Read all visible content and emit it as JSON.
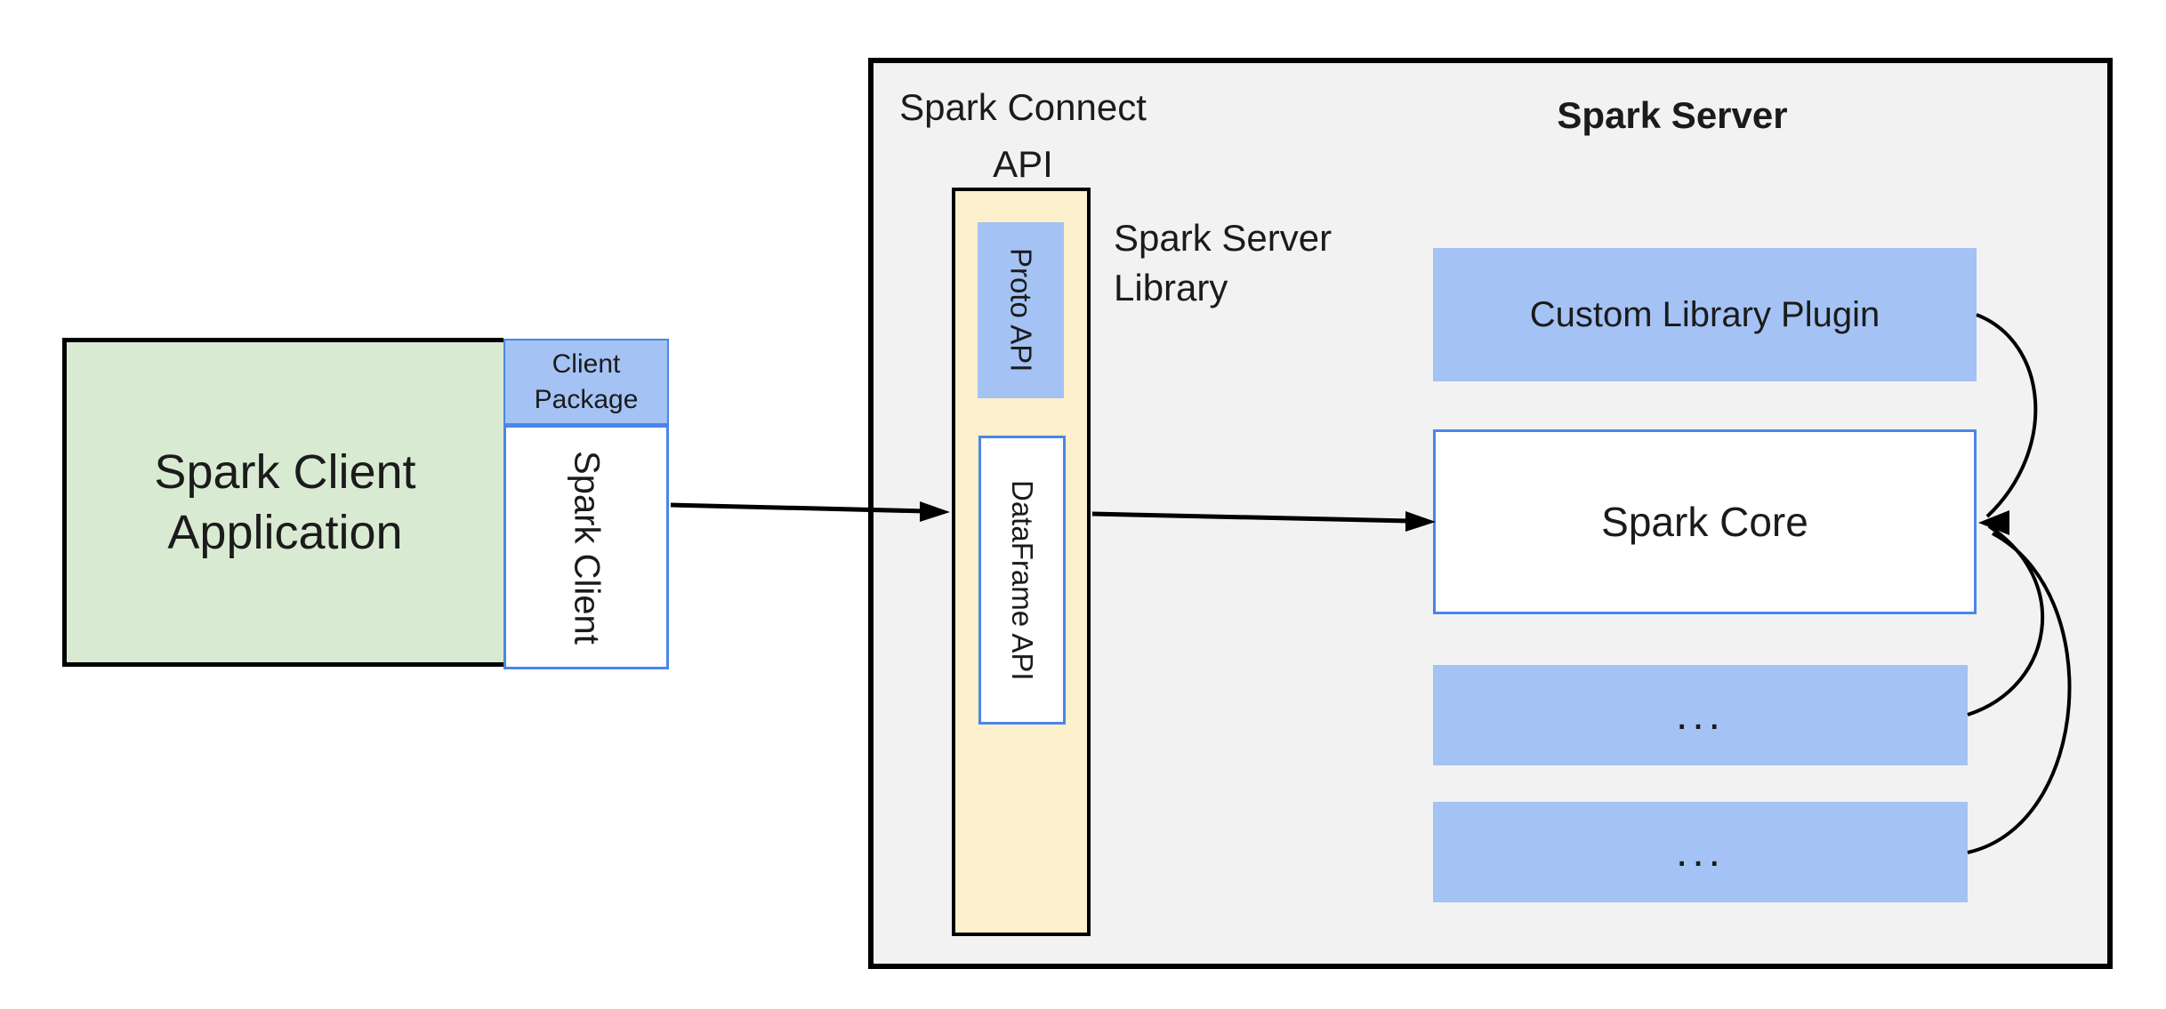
{
  "client": {
    "app_label": "Spark Client\nApplication",
    "package_label": "Client\nPackage",
    "spark_client_label": "Spark Client"
  },
  "connect_api": {
    "title": "Spark Connect\nAPI",
    "proto_api_label": "Proto API",
    "dataframe_api_label": "DataFrame API",
    "library_label": "Spark Server\nLibrary"
  },
  "server": {
    "title": "Spark Server",
    "custom_plugin_label": "Custom Library Plugin",
    "spark_core_label": "Spark Core",
    "more_plugins_1": "...",
    "more_plugins_2": "..."
  },
  "colors": {
    "green": "#d9ead3",
    "blue": "#a4c2f4",
    "yellow": "#fdf0cd",
    "gray": "#f2f2f3",
    "blueBorder": "#4a86e8",
    "ink": "#1b1b1b",
    "line": "#000000"
  }
}
